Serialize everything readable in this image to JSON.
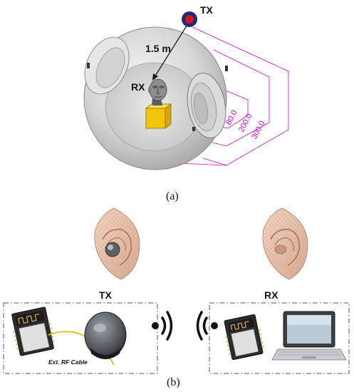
{
  "panel_a": {
    "tx_label": "TX",
    "rx_label": "RX",
    "distance_label": "1.5 m",
    "dimensions": [
      "80.0",
      "200.0",
      "300.0"
    ],
    "caption": "(a)"
  },
  "panel_b": {
    "tx_box_title": "TX",
    "rx_box_title": "RX",
    "cable_label": "Ext. RF Cable",
    "caption": "(b)"
  },
  "colors": {
    "tx_dot": "#d8141e",
    "tx_ring": "#1c2a78",
    "dimension_lines": "#d400d4",
    "cable": "#e8c21a",
    "stand": "#f2c40c",
    "module_pcb": "#2c2c2c"
  },
  "icons": {
    "signal_tx": "radio-waves-right-icon",
    "signal_rx": "radio-waves-left-icon",
    "laptop": "laptop-icon",
    "earbud": "earbud-icon",
    "module": "wifi-module-icon"
  }
}
